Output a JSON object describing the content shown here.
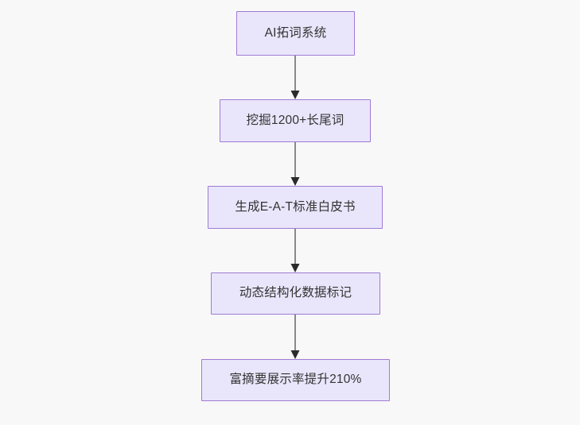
{
  "diagram": {
    "type": "flowchart",
    "direction": "top-to-bottom",
    "background_color": "#f8f8f8",
    "node_fill_color": "#e9e6fb",
    "node_border_color": "#9f7bd4",
    "node_text_color": "#333333",
    "edge_line_color": "#8a8a8a",
    "edge_arrow_color": "#2b2b2b",
    "nodes": [
      {
        "id": "n1",
        "label": "AI拓词系统"
      },
      {
        "id": "n2",
        "label": "挖掘1200+长尾词"
      },
      {
        "id": "n3",
        "label": "生成E-A-T标准白皮书"
      },
      {
        "id": "n4",
        "label": "动态结构化数据标记"
      },
      {
        "id": "n5",
        "label": "富摘要展示率提升210%"
      }
    ],
    "edges": [
      {
        "from": "n1",
        "to": "n2",
        "label": ""
      },
      {
        "from": "n2",
        "to": "n3",
        "label": ""
      },
      {
        "from": "n3",
        "to": "n4",
        "label": ""
      },
      {
        "from": "n4",
        "to": "n5",
        "label": ""
      }
    ]
  }
}
